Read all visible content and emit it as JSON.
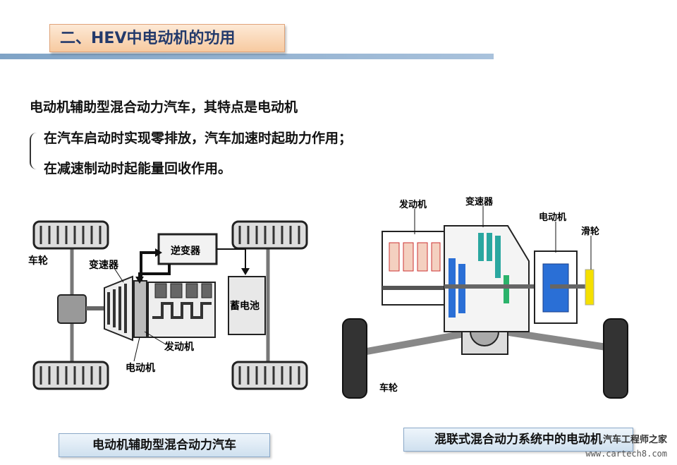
{
  "title": "二、HEV中电动机的功用",
  "intro": "电动机辅助型混合动力汽车，其特点是电动机",
  "functions": [
    "在汽车启动时实现零排放，汽车加速时起助力作用；",
    "在减速制动时起能量回收作用。"
  ],
  "left_diagram": {
    "labels": {
      "wheel": "车轮",
      "transmission": "变速器",
      "inverter": "逆变器",
      "battery": "蓄电池",
      "engine": "发动机",
      "motor": "电动机"
    },
    "caption": "电动机辅助型混合动力汽车"
  },
  "right_diagram": {
    "labels": {
      "engine": "发动机",
      "transmission": "变速器",
      "motor": "电动机",
      "pulley": "滑轮",
      "wheel": "车轮"
    },
    "caption": "混联式混合动力系统中的电动机"
  },
  "watermark": {
    "line1": "汽车工程师之家",
    "line2": "www.cartech8.com"
  },
  "colors": {
    "title_text": "#233a6b",
    "motor_blue": "#2a6fd6",
    "gear_teal": "#2aa7a0",
    "pulley_yellow": "#f5e000"
  }
}
